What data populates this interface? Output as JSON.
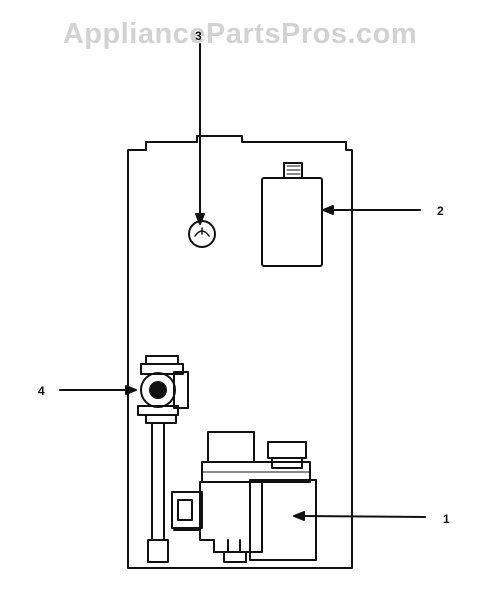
{
  "watermark": {
    "text": "AppliancePartsPros.com"
  },
  "callouts": [
    {
      "id": "1",
      "label": "1"
    },
    {
      "id": "2",
      "label": "2"
    },
    {
      "id": "3",
      "label": "3"
    },
    {
      "id": "4",
      "label": "4"
    }
  ],
  "colors": {
    "line": "#111111",
    "watermark": "#d2d2d2",
    "background": "#ffffff"
  }
}
